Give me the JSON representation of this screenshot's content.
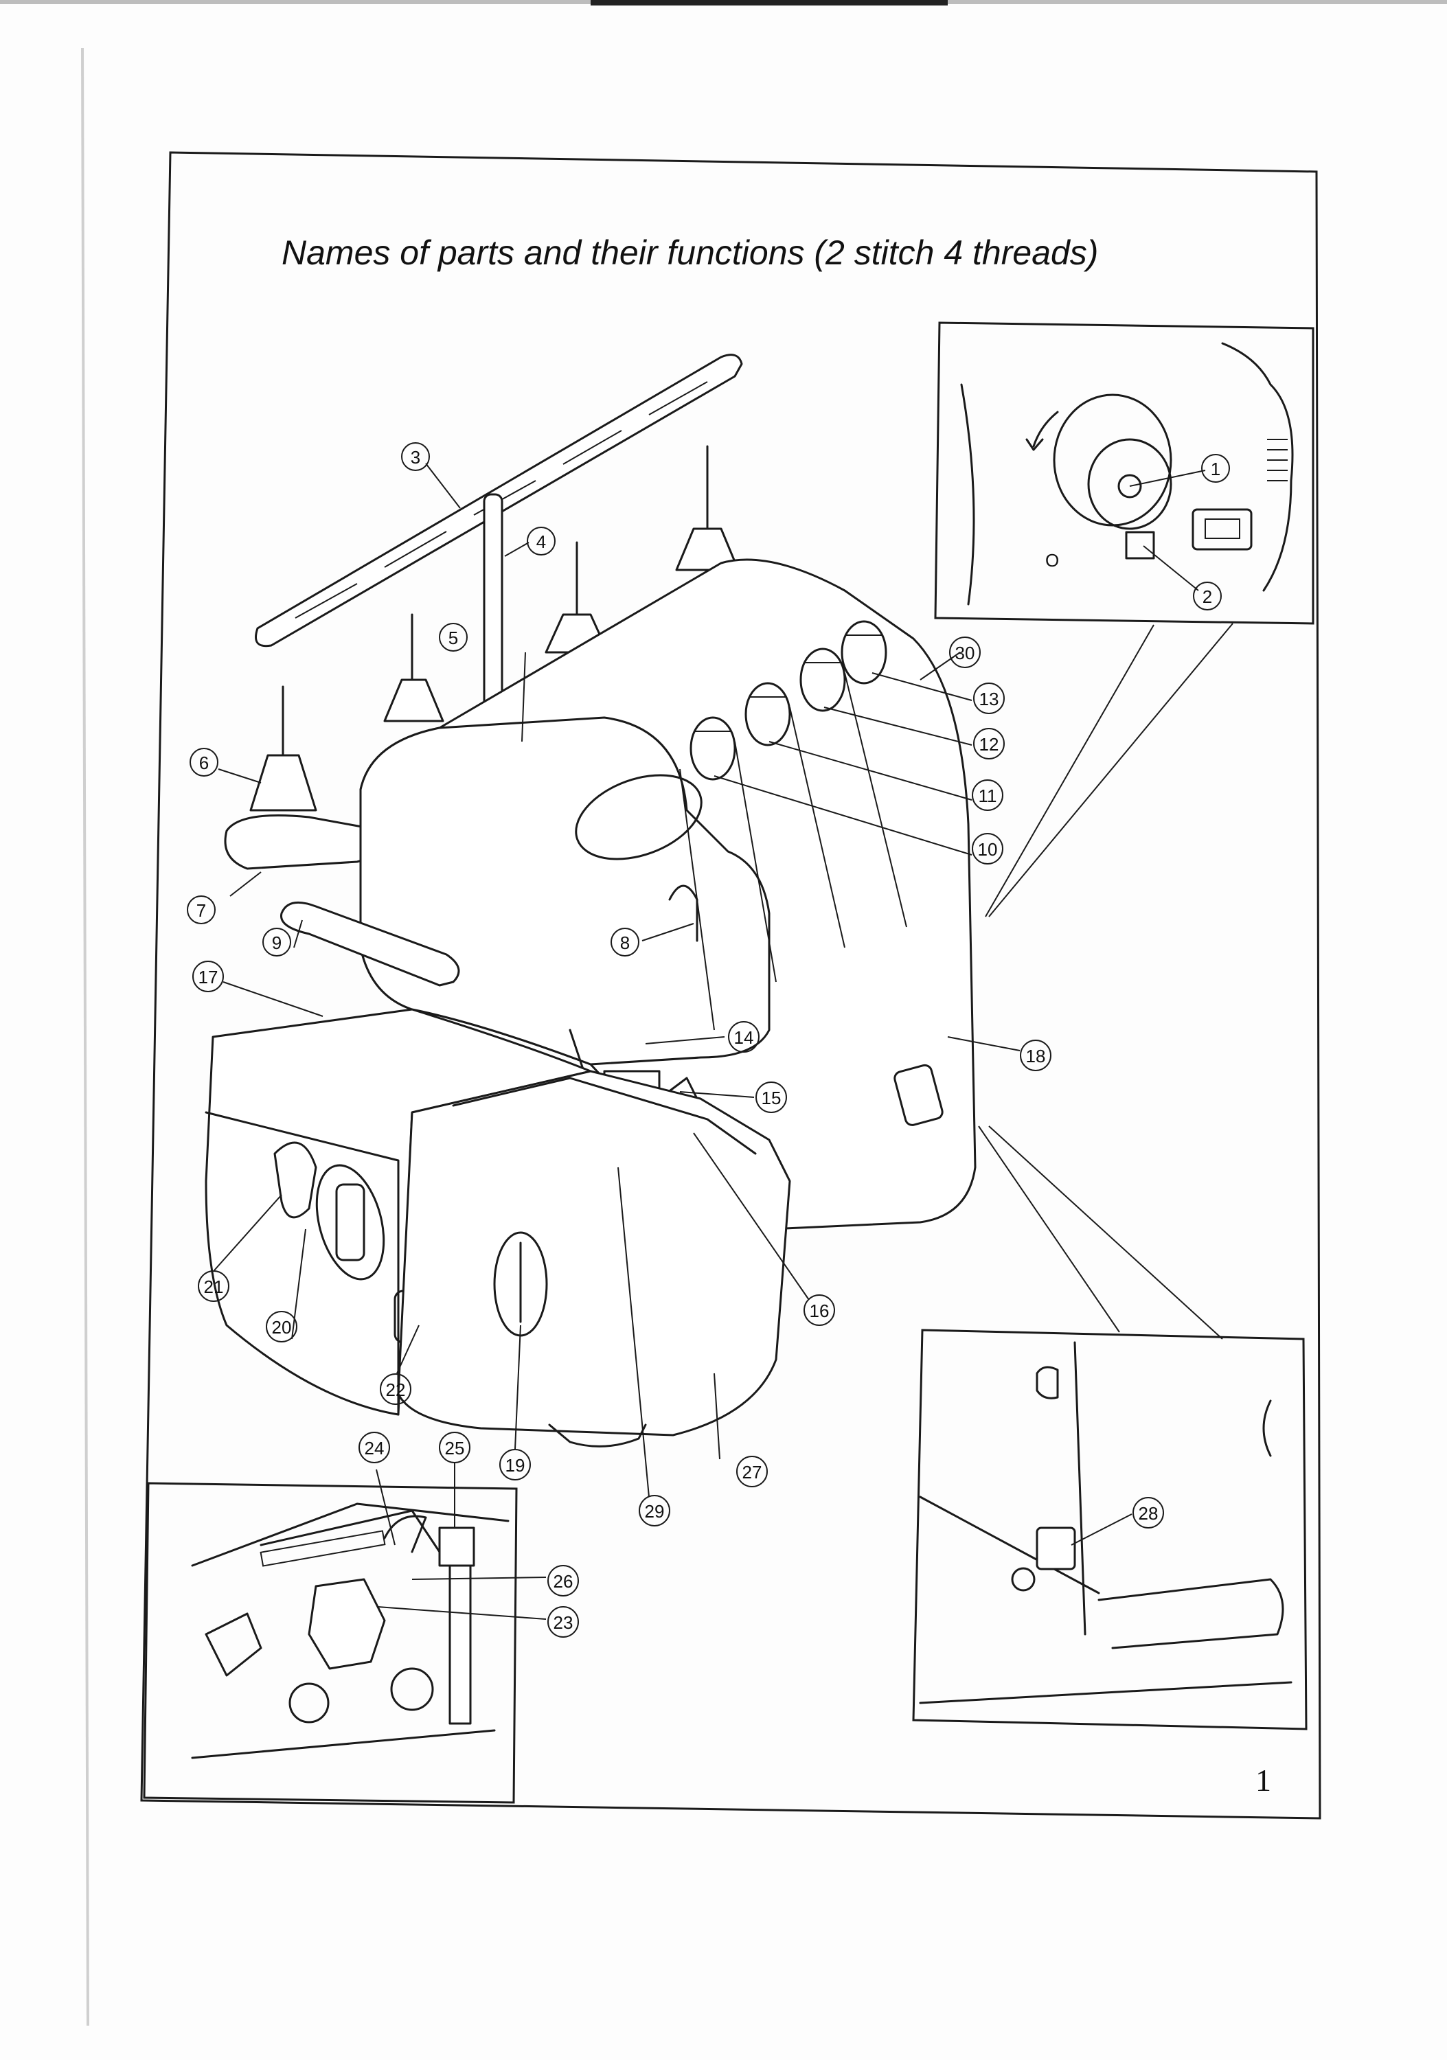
{
  "page": {
    "title": "Names of parts and their  functions  (2 stitch 4 threads)",
    "page_number": "1"
  },
  "callouts": [
    "1",
    "2",
    "3",
    "4",
    "5",
    "6",
    "7",
    "8",
    "9",
    "10",
    "11",
    "12",
    "13",
    "14",
    "15",
    "16",
    "17",
    "18",
    "19",
    "20",
    "21",
    "22",
    "23",
    "24",
    "25",
    "26",
    "27",
    "28",
    "29",
    "30"
  ],
  "panel_labels": {
    "switch_panel_mark": "O"
  }
}
